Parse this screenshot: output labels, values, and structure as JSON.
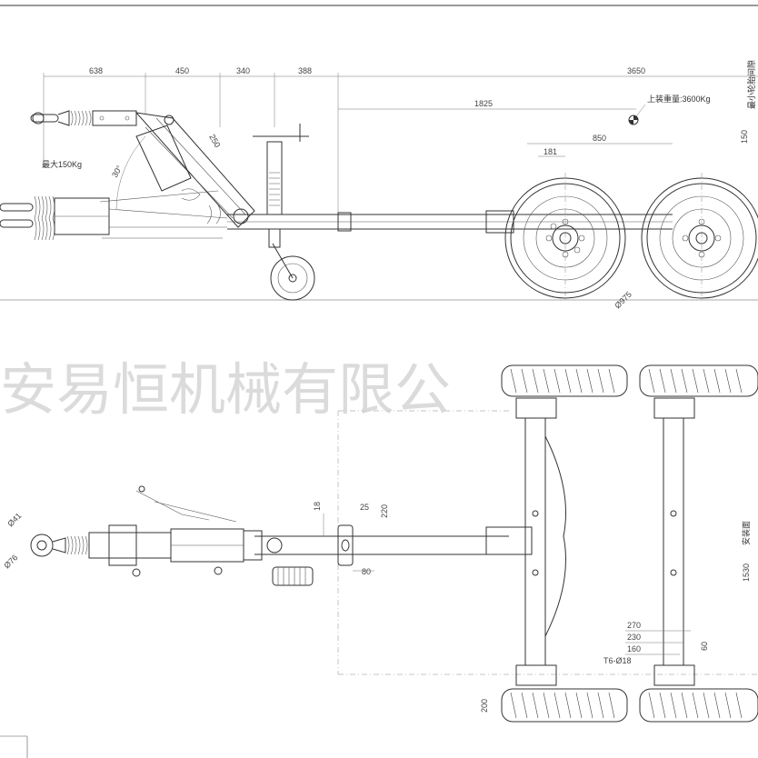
{
  "side_view": {
    "dims_top": [
      "638",
      "450",
      "340",
      "388",
      "3650"
    ],
    "dim_1825": "1825",
    "dim_850": "850",
    "dim_181": "181",
    "dim_150": "150",
    "dim_angle_30": "30°",
    "dim_250": "250",
    "dim_975": "Ø975",
    "label_load": "上装重量:3600Kg",
    "label_max": "最大150Kg",
    "label_min_clearance": "最小轮胎间隙"
  },
  "top_view": {
    "dim_18": "18",
    "dim_25": "25",
    "dim_220": "220",
    "dim_80": "80",
    "dim_phi41": "Ø41",
    "dim_phi76": "Ø76",
    "dim_270": "270",
    "dim_230": "230",
    "dim_160": "160",
    "dim_holes": "T6-Ø18",
    "dim_60": "60",
    "dim_200": "200",
    "dim_1530": "1530",
    "label_install": "安装面"
  },
  "watermark": "安易恒机械有限公"
}
